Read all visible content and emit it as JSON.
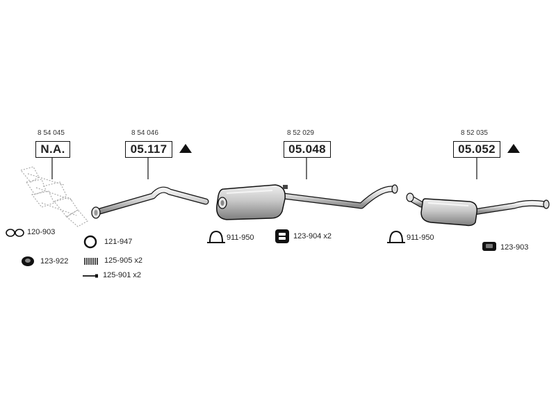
{
  "sections": [
    {
      "ref": "8 54 045",
      "code": "N.A.",
      "warning": false
    },
    {
      "ref": "8 54 046",
      "code": "05.117",
      "warning": true
    },
    {
      "ref": "8 52 029",
      "code": "05.048",
      "warning": false
    },
    {
      "ref": "8 52 035",
      "code": "05.052",
      "warning": true
    }
  ],
  "accessories": [
    {
      "label": "120-903",
      "icon": "gasket-ring-icon"
    },
    {
      "label": "123-922",
      "icon": "rubber-mount-icon"
    },
    {
      "label": "121-947",
      "icon": "seal-ring-icon"
    },
    {
      "label": "125-905 x2",
      "icon": "spring-icon"
    },
    {
      "label": "125-901 x2",
      "icon": "bolt-icon"
    },
    {
      "label": "911-950",
      "icon": "clamp-icon"
    },
    {
      "label": "123-904 x2",
      "icon": "hanger-icon"
    },
    {
      "label": "911-950",
      "icon": "clamp-icon"
    },
    {
      "label": "123-903",
      "icon": "rubber-hanger-icon"
    }
  ],
  "colors": {
    "stroke": "#111111",
    "part_fill": "#d9d9d9",
    "part_shade": "#9a9a9a"
  }
}
